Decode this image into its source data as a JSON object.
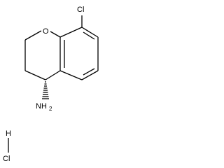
{
  "molecule": {
    "atoms": {
      "chlorine_ring": "Cl",
      "oxygen": "O",
      "amine_main": "NH",
      "amine_sub": "2",
      "chlorine_salt": "Cl",
      "hydrogen_salt": "H"
    },
    "stereo_wedge": "hashed",
    "colors": {
      "bond": "#000000",
      "text": "#000000",
      "background": "#ffffff"
    }
  }
}
